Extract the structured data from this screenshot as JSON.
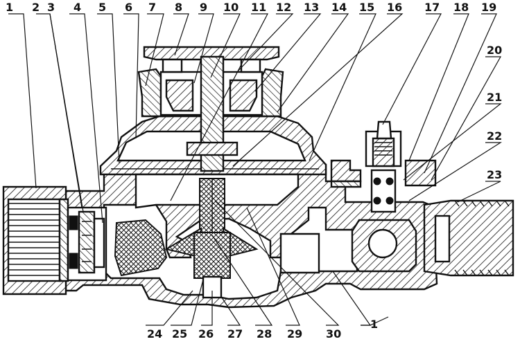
{
  "callouts_top": [
    "1",
    "2",
    "3",
    "4",
    "5",
    "6",
    "7",
    "8",
    "9",
    "10",
    "11",
    "12",
    "13",
    "14",
    "15",
    "16",
    "17",
    "18",
    "19"
  ],
  "callouts_right": [
    "20",
    "21",
    "22",
    "23"
  ],
  "callouts_bottom": [
    "24",
    "25",
    "26",
    "27",
    "28",
    "29",
    "30",
    "1"
  ]
}
